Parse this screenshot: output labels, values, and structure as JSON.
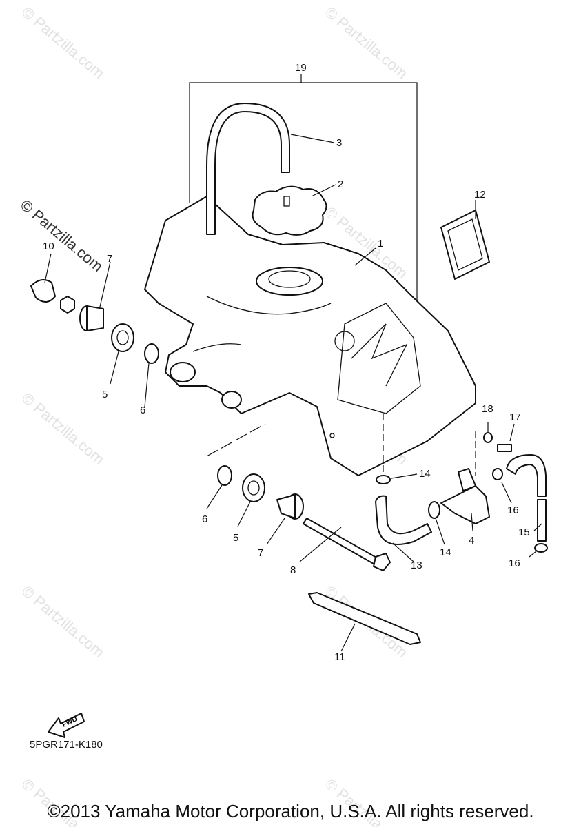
{
  "watermark": "© Partzilla.com",
  "fwd_label": "FWD",
  "diagram_code": "5PGR171-K180",
  "copyright": "©2013 Yamaha Motor Corporation, U.S.A. All rights reserved.",
  "callouts": {
    "c1": "1",
    "c2": "2",
    "c3": "3",
    "c4": "4",
    "c5a": "5",
    "c5b": "5",
    "c6a": "6",
    "c6b": "6",
    "c7a": "7",
    "c7b": "7",
    "c8": "8",
    "c10": "10",
    "c11": "11",
    "c12": "12",
    "c13": "13",
    "c14a": "14",
    "c14b": "14",
    "c15": "15",
    "c16a": "16",
    "c16b": "16",
    "c17": "17",
    "c18": "18",
    "c19": "19"
  }
}
